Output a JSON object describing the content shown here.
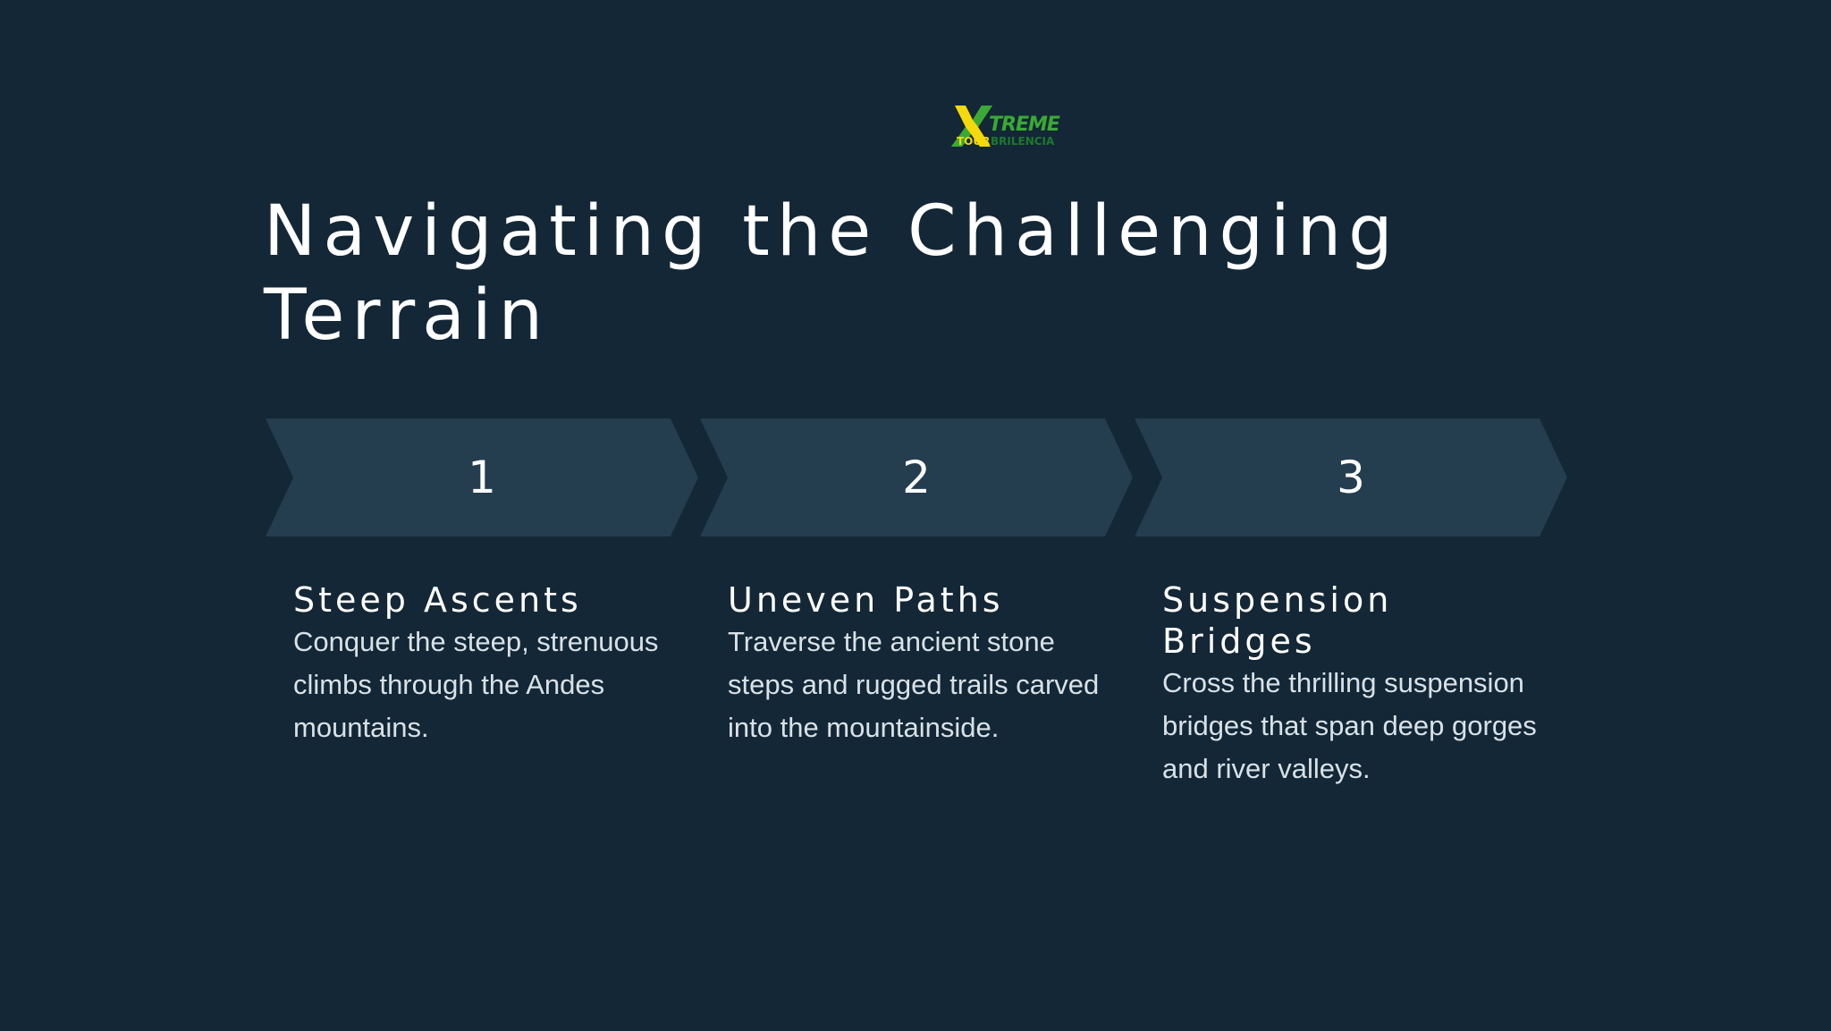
{
  "slide": {
    "logo": {
      "text_main": "XTREME",
      "text_sub": "TOUR",
      "text_sub2": "BRILENCIA",
      "colors": {
        "yellow": "#f5d90a",
        "green": "#3aa935",
        "dark_green": "#1d7a2c"
      }
    },
    "title": "Navigating the Challenging Terrain",
    "steps": [
      {
        "number": "1",
        "heading": "Steep Ascents",
        "description": "Conquer the steep, strenuous climbs through the Andes mountains."
      },
      {
        "number": "2",
        "heading": "Uneven Paths",
        "description": "Traverse the ancient stone steps and rugged trails carved into the mountainside."
      },
      {
        "number": "3",
        "heading": "Suspension Bridges",
        "description": "Cross the thrilling suspension bridges that span deep gorges and river valleys."
      }
    ],
    "colors": {
      "background": "#132736",
      "arrow": "#243d4f",
      "text": "#ffffff",
      "description_text": "#d9e1e7"
    }
  }
}
